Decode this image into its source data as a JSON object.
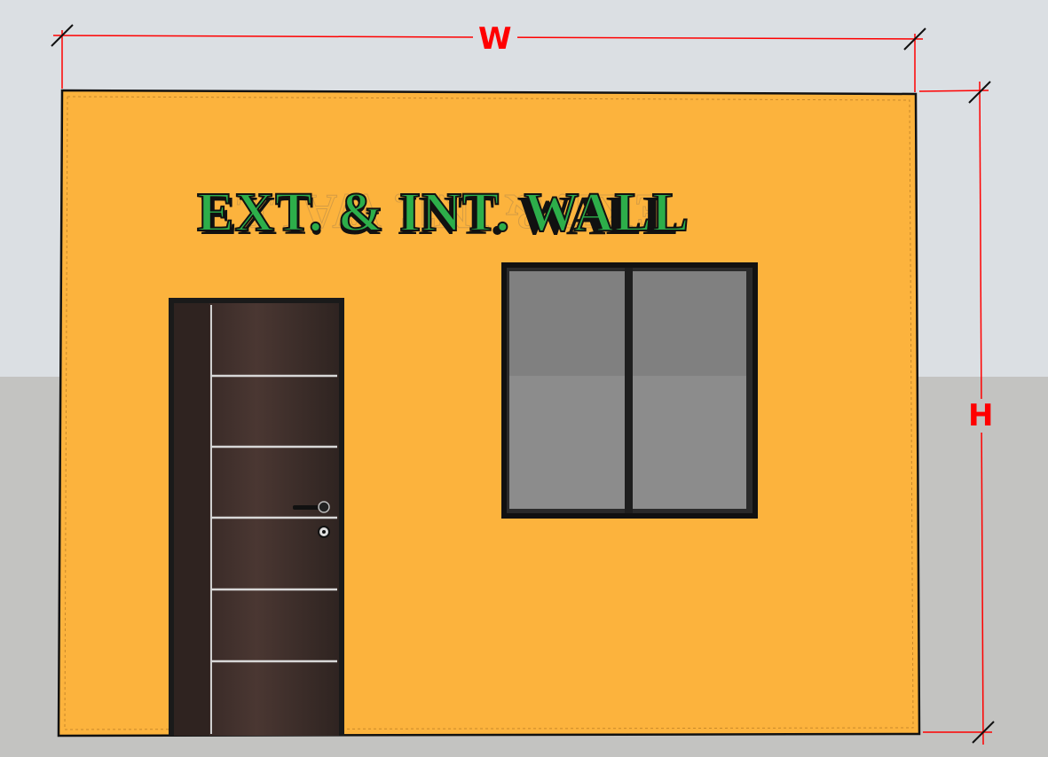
{
  "title": "EXT. & INT. WALL",
  "mirror_text": "EXT. & INT. WALL",
  "dimensions": {
    "width_label": "W",
    "height_label": "H"
  },
  "colors": {
    "wall": "#fcb33d",
    "title_fill": "#2dae4a",
    "door": "#3a2a26",
    "glass": "#8a8a8a",
    "dimension": "#ff0000"
  }
}
